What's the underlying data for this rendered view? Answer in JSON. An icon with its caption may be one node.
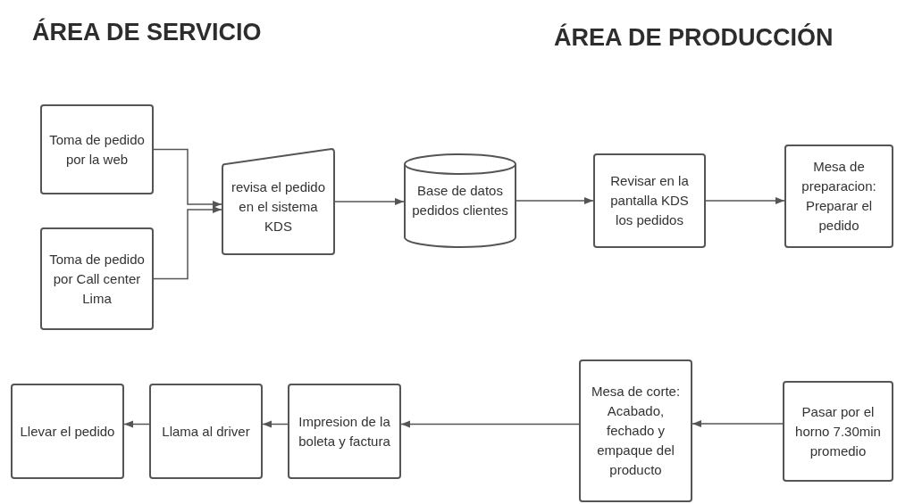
{
  "diagram": {
    "nodes": [
      {
        "text": [
          "Toma de pedido por la web"
        ]
      },
      {
        "text": [
          "Toma de pedido por Call center Lima"
        ]
      },
      {
        "text": [
          "revisa el pedido en el sistema KDS"
        ]
      },
      {
        "text": [
          "Base de datos pedidos clientes"
        ]
      },
      {
        "text": [
          "Revisar en la pantalla KDS los pedidos"
        ]
      },
      {
        "text": [
          "Mesa de preparacion: Preparar el pedido"
        ]
      },
      {
        "text": [
          "Pasar por el horno 7.30min promedio"
        ]
      },
      {
        "text": [
          "Mesa de corte: Acabado, fechado y empaque del producto"
        ]
      },
      {
        "text": [
          "Impresion de la boleta y factura"
        ]
      },
      {
        "text": [
          "Llama al driver"
        ]
      },
      {
        "text": [
          "Llevar el pedido"
        ]
      }
    ],
    "edges": [
      {
        "from": 0,
        "to": 2,
        "arrow": "to"
      },
      {
        "from": 1,
        "to": 2,
        "arrow": "to"
      },
      {
        "from": 2,
        "to": 3,
        "arrow": "to"
      },
      {
        "from": 3,
        "to": 4,
        "arrow": "to"
      },
      {
        "from": 4,
        "to": 5,
        "arrow": "to"
      },
      {
        "from": 6,
        "to": 7,
        "arrow": "to"
      },
      {
        "from": 7,
        "to": 8,
        "arrow": "to"
      },
      {
        "from": 8,
        "to": 9,
        "arrow": "to"
      },
      {
        "from": 9,
        "to": 10,
        "arrow": "to"
      }
    ],
    "labels": [
      "ÁREA DE SERVICIO",
      "ÁREA DE PRODUCCIÓN"
    ]
  }
}
